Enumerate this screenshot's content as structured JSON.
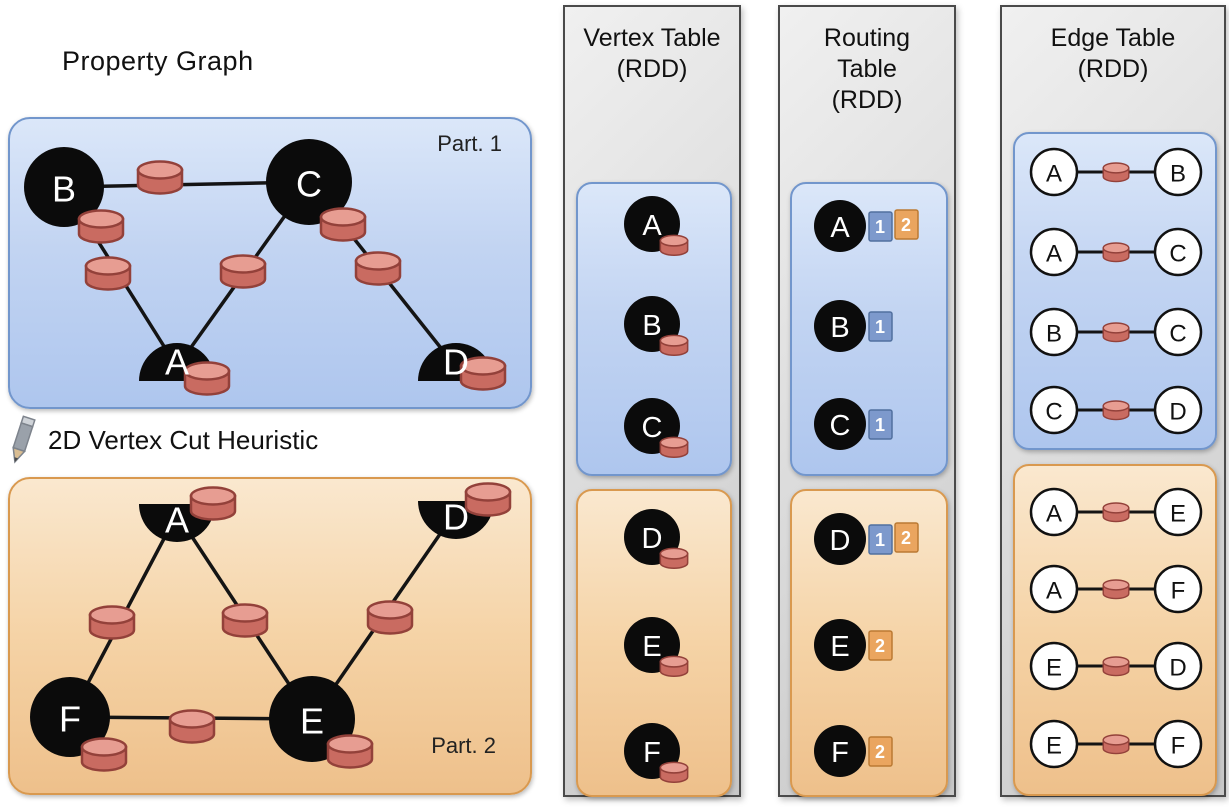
{
  "left": {
    "title": "Property Graph",
    "cut_label": "2D Vertex Cut Heuristic",
    "part1": {
      "label": "Part. 1",
      "vertices": {
        "b": "B",
        "c": "C",
        "a": "A",
        "d": "D"
      }
    },
    "part2": {
      "label": "Part. 2",
      "vertices": {
        "a": "A",
        "d": "D",
        "f": "F",
        "e": "E"
      }
    }
  },
  "vertex_table": {
    "title_lines": [
      "Vertex Table",
      "(RDD)"
    ],
    "part1": [
      "A",
      "B",
      "C"
    ],
    "part2": [
      "D",
      "E",
      "F"
    ]
  },
  "routing_table": {
    "title_lines": [
      "Routing",
      "Table",
      "(RDD)"
    ],
    "part1": [
      {
        "vertex": "A",
        "partitions": [
          "1",
          "2"
        ]
      },
      {
        "vertex": "B",
        "partitions": [
          "1"
        ]
      },
      {
        "vertex": "C",
        "partitions": [
          "1"
        ]
      }
    ],
    "part2": [
      {
        "vertex": "D",
        "partitions": [
          "1",
          "2"
        ]
      },
      {
        "vertex": "E",
        "partitions": [
          "2"
        ]
      },
      {
        "vertex": "F",
        "partitions": [
          "2"
        ]
      }
    ]
  },
  "edge_table": {
    "title_lines": [
      "Edge Table",
      "(RDD)"
    ],
    "part1": [
      {
        "src": "A",
        "dst": "B"
      },
      {
        "src": "A",
        "dst": "C"
      },
      {
        "src": "B",
        "dst": "C"
      },
      {
        "src": "C",
        "dst": "D"
      }
    ],
    "part2": [
      {
        "src": "A",
        "dst": "E"
      },
      {
        "src": "A",
        "dst": "F"
      },
      {
        "src": "E",
        "dst": "D"
      },
      {
        "src": "E",
        "dst": "F"
      }
    ]
  },
  "colors": {
    "partition1_fill": "#c2d4f2",
    "partition1_border": "#7296cc",
    "partition2_fill": "#f5d3a6",
    "partition2_border": "#d9994f",
    "vertex_fill": "#0b0b0b",
    "property_cylinder_body": "#c96b61",
    "property_cylinder_top": "#e79d92",
    "badge_partition1_fill": "#7d99cc",
    "badge_partition2_fill": "#eaa55f",
    "table_background": "#d8d8d8"
  }
}
